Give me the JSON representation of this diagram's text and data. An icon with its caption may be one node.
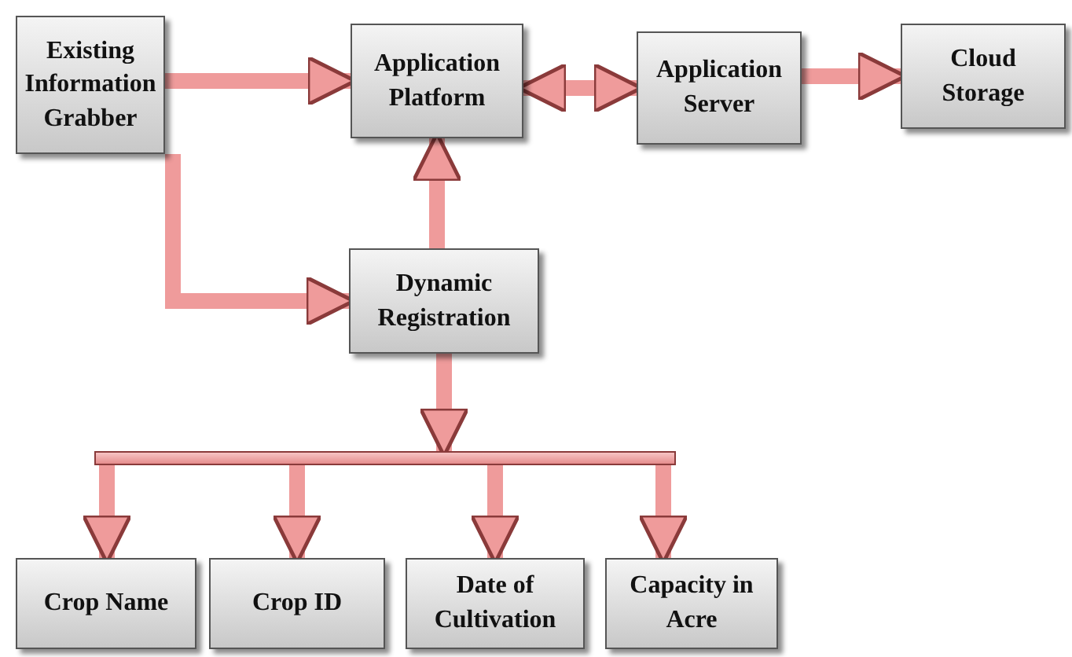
{
  "diagram": {
    "nodes": [
      {
        "text": [
          "Existing Information Grabber"
        ]
      },
      {
        "text": [
          "Application Platform"
        ]
      },
      {
        "text": [
          "Application Server"
        ]
      },
      {
        "text": [
          "Cloud Storage"
        ]
      },
      {
        "text": [
          "Dynamic Registration"
        ]
      },
      {
        "text": [],
        "shape": "bar"
      },
      {
        "text": [
          "Crop Name"
        ]
      },
      {
        "text": [
          "Crop ID"
        ]
      },
      {
        "text": [
          "Date of Cultivation"
        ]
      },
      {
        "text": [
          "Capacity in Acre"
        ]
      }
    ],
    "edges": [
      {
        "from": 0,
        "to": 1,
        "arrow": "to"
      },
      {
        "from": 1,
        "to": 2,
        "arrow": "both"
      },
      {
        "from": 2,
        "to": 3,
        "arrow": "to"
      },
      {
        "from": 0,
        "to": 4,
        "arrow": "to"
      },
      {
        "from": 4,
        "to": 1,
        "arrow": "to"
      },
      {
        "from": 4,
        "to": 5,
        "arrow": "to"
      },
      {
        "from": 5,
        "to": 6,
        "arrow": "to"
      },
      {
        "from": 5,
        "to": 7,
        "arrow": "to"
      },
      {
        "from": 5,
        "to": 8,
        "arrow": "to"
      },
      {
        "from": 5,
        "to": 9,
        "arrow": "to"
      }
    ]
  }
}
